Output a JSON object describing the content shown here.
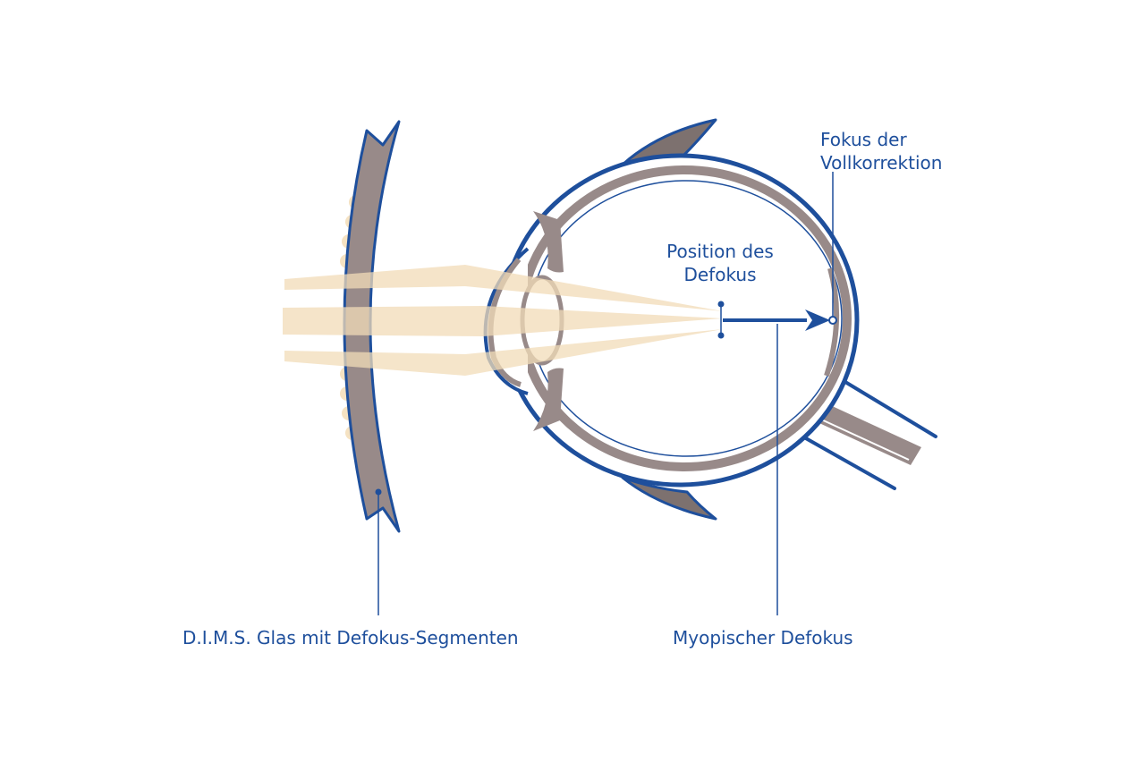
{
  "colors": {
    "outline_blue": "#1e4f9c",
    "tissue_gray": "#988a89",
    "light_beam": "#f2dcb8",
    "segment_dots": "#f5e2c2",
    "background": "#ffffff"
  },
  "labels": {
    "glass": "D.I.M.S. Glas mit Defokus-Segmenten",
    "myopic_defocus": "Myopischer Defokus",
    "defocus_position_line1": "Position des",
    "defocus_position_line2": "Defokus",
    "full_correction_line1": "Fokus der",
    "full_correction_line2": "Vollkorrektion"
  }
}
